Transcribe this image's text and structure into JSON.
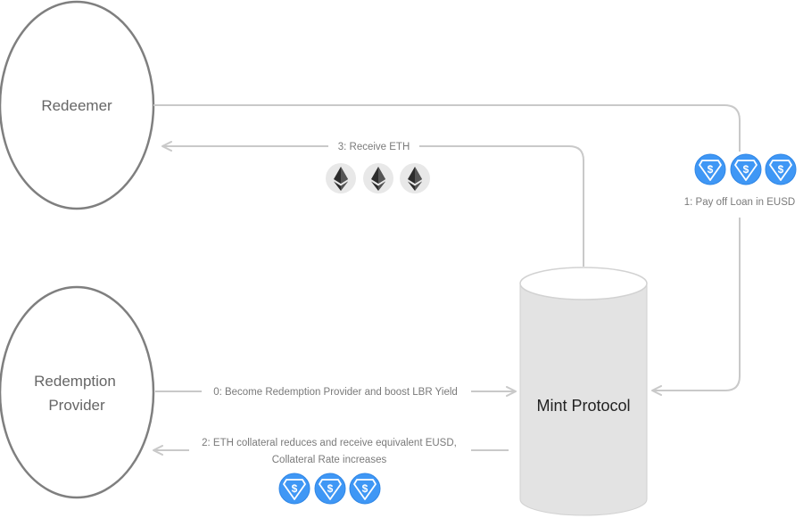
{
  "nodes": {
    "redeemer": {
      "label": "Redeemer"
    },
    "redemption_provider": {
      "label_line1": "Redemption",
      "label_line2": "Provider"
    },
    "mint_protocol": {
      "label": "Mint Protocol"
    }
  },
  "edges": {
    "step0": {
      "label": "0: Become Redemption Provider and boost LBR Yield"
    },
    "step1": {
      "label": "1: Pay off Loan in EUSD",
      "token": "eusd-coin-icon",
      "token_count": 3
    },
    "step2": {
      "label_line1": "2: ETH collateral reduces and receive equivalent EUSD,",
      "label_line2": "Collateral Rate increases",
      "token": "eusd-coin-icon",
      "token_count": 3
    },
    "step3": {
      "label": "3: Receive ETH",
      "token": "eth-coin-icon",
      "token_count": 3
    }
  },
  "colors": {
    "ellipse_stroke": "#7f7f7f",
    "flow_line": "#c9c9c9",
    "cylinder_fill": "#e3e3e3",
    "cylinder_stroke": "#d2d2d2",
    "eusd_coin": "#3f97f5",
    "eth_coin": "#e8e8e8",
    "eth_diamond": "#2c2c2c"
  }
}
